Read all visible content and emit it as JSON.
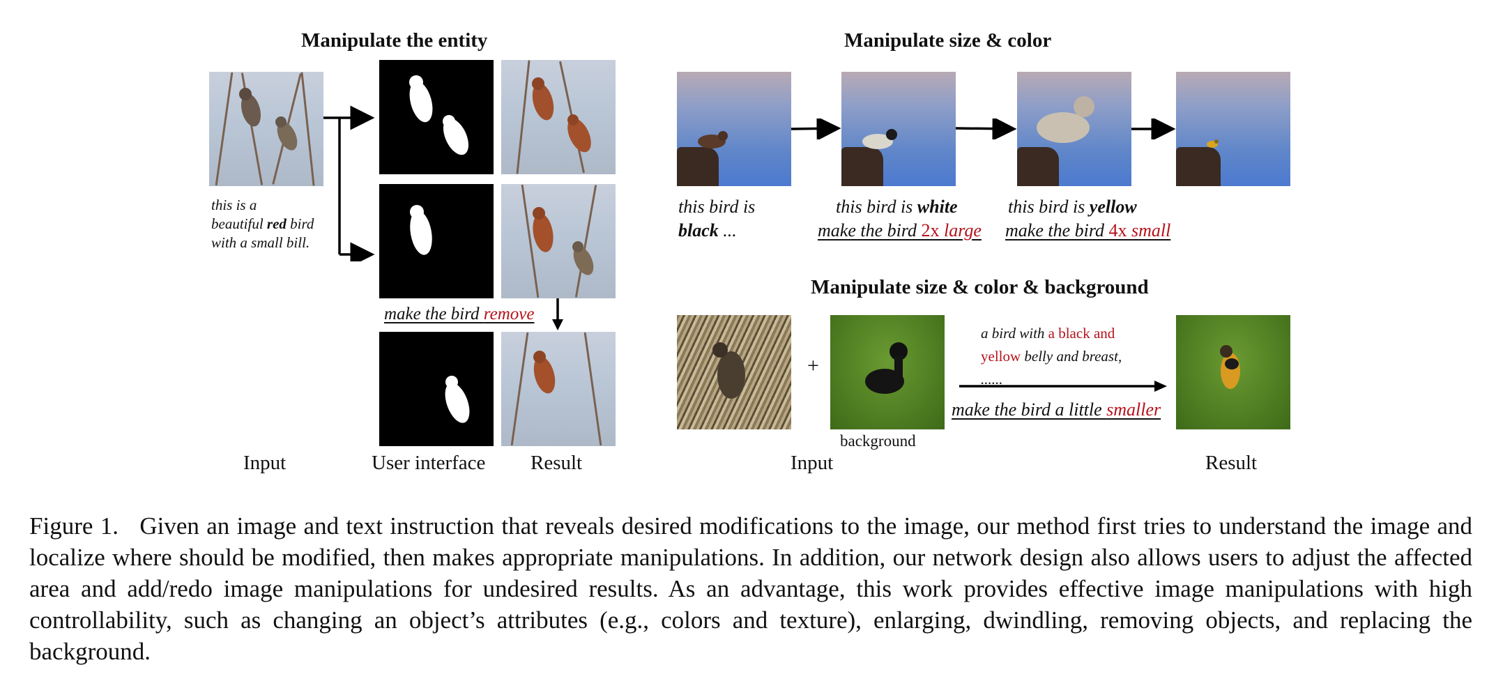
{
  "left_section": {
    "title": "Manipulate the entity",
    "input_text": {
      "line1": "this is a",
      "line2_a": "beautiful ",
      "line2_b": "red",
      "line2_c": " bird",
      "line3": "with a small bill."
    },
    "instruction": {
      "prefix": "make the bird ",
      "action": "remove"
    },
    "labels": {
      "input": "Input",
      "user_interface": "User interface",
      "result": "Result"
    }
  },
  "size_color_section": {
    "title": "Manipulate size & color",
    "step1": {
      "line1": "this bird is",
      "bold": "black",
      "rest": " ..."
    },
    "step2": {
      "text": "this bird is ",
      "bold": "white",
      "instr_prefix": "make the bird  ",
      "amount": "2x ",
      "action": "large"
    },
    "step3": {
      "text": "this bird is ",
      "bold": "yellow",
      "instr_prefix": "make the bird ",
      "amount": "4x ",
      "action": "small"
    }
  },
  "background_section": {
    "title": "Manipulate size & color & background",
    "plus": "+",
    "background_label": "background",
    "desc": {
      "p1": "a bird with ",
      "r1": "a black and",
      "r2": "yellow",
      "p2": " belly and breast,",
      "p3": "......"
    },
    "instruction": {
      "prefix": "make the bird  a little ",
      "action": "smaller"
    },
    "labels": {
      "input": "Input",
      "result": "Result"
    }
  },
  "caption": {
    "label": "Figure 1.",
    "text": "Given an image and text instruction that reveals desired modifications to the image, our method first tries to understand the image and localize where should be modified, then makes appropriate manipulations. In addition, our network design also allows users to adjust the affected area and add/redo image manipulations for undesired results. As an advantage, this work provides effective image manipulations with high controllability, such as changing an object’s attributes (e.g., colors and texture), enlarging, dwindling, removing objects, and replacing the background."
  },
  "colors": {
    "accent_red": "#b5121b",
    "mask": "#000000"
  }
}
